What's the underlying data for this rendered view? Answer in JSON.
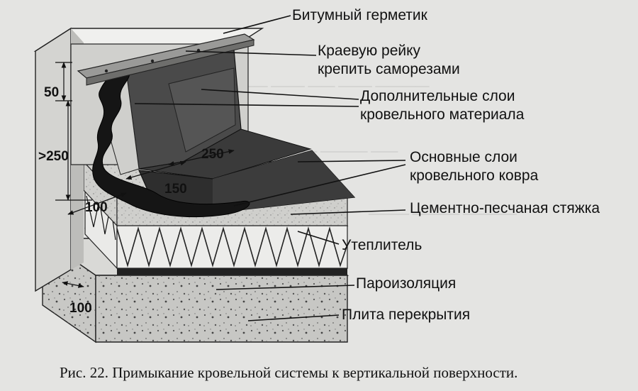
{
  "labels": {
    "sealant": "Битумный герметик",
    "edge_rail_1": "Краевую рейку",
    "edge_rail_2": "крепить саморезами",
    "extra_layers_1": "Дополнительные слои",
    "extra_layers_2": "кровельного материала",
    "main_layers_1": "Основные слои",
    "main_layers_2": "кровельного ковра",
    "screed": "Цементно-песчаная стяжка",
    "insulation": "Утеплитель",
    "vapor_barrier": "Пароизоляция",
    "slab": "Плита перекрытия"
  },
  "dimensions": {
    "d50": "50",
    "d250v": ">250",
    "d250": "250",
    "d150": "150",
    "d100a": "100",
    "d100b": "100"
  },
  "caption": "Рис. 22. Примыкание кровельной системы к вертикальной поверхности.",
  "colors": {
    "background": "#e4e4e2",
    "wall": "#dcdcda",
    "bitumen": "#151515",
    "membrane": "#3e3e3e",
    "screed": "#cfcfcc",
    "slab": "#c7c7c4",
    "ink": "#111111"
  }
}
